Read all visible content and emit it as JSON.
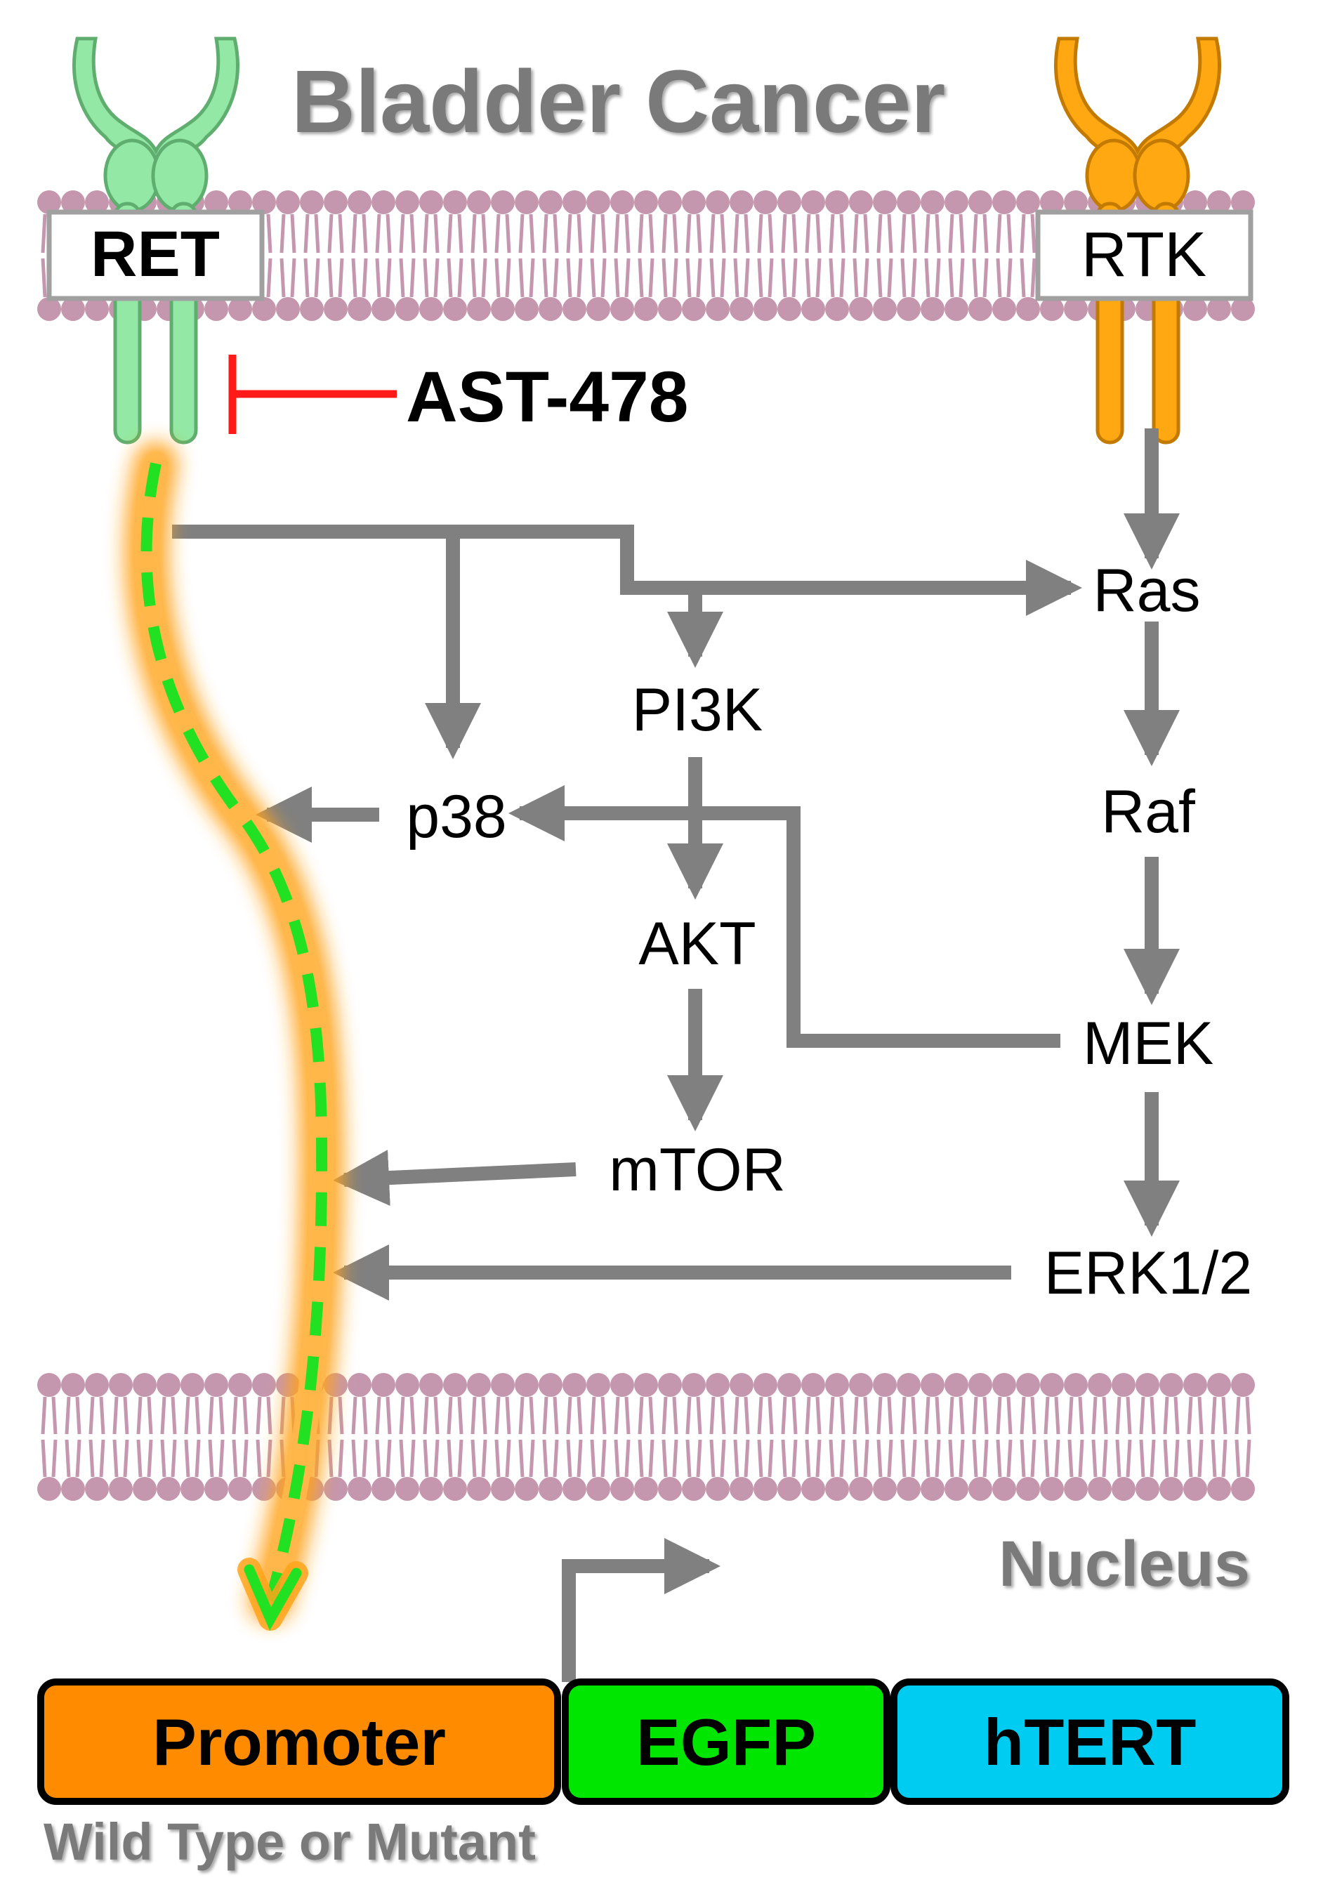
{
  "title": "Bladder Cancer",
  "nucleus_label": "Nucleus",
  "receptors": {
    "left": {
      "label": "RET",
      "color": "#92e8a4"
    },
    "right": {
      "label": "RTK",
      "color": "#ffa812"
    }
  },
  "inhibitor": {
    "label": "AST-478",
    "color": "#ff1a1a"
  },
  "nodes": {
    "ras": "Ras",
    "raf": "Raf",
    "mek": "MEK",
    "erk": "ERK1/2",
    "pi3k": "PI3K",
    "akt": "AKT",
    "mtor": "mTOR",
    "p38": "p38"
  },
  "construct": {
    "promoter": {
      "label": "Promoter",
      "color": "#ff8c00"
    },
    "egfp": {
      "label": "EGFP",
      "color": "#00e600"
    },
    "htert": {
      "label": "hTERT",
      "color": "#00ccf2"
    },
    "caption": "Wild Type or Mutant"
  },
  "colors": {
    "membrane": "#c597ae",
    "arrow": "#808080",
    "title_text": "#7a7a7a",
    "signal_dash": "#22e022",
    "signal_glow": "#ffa31a"
  }
}
